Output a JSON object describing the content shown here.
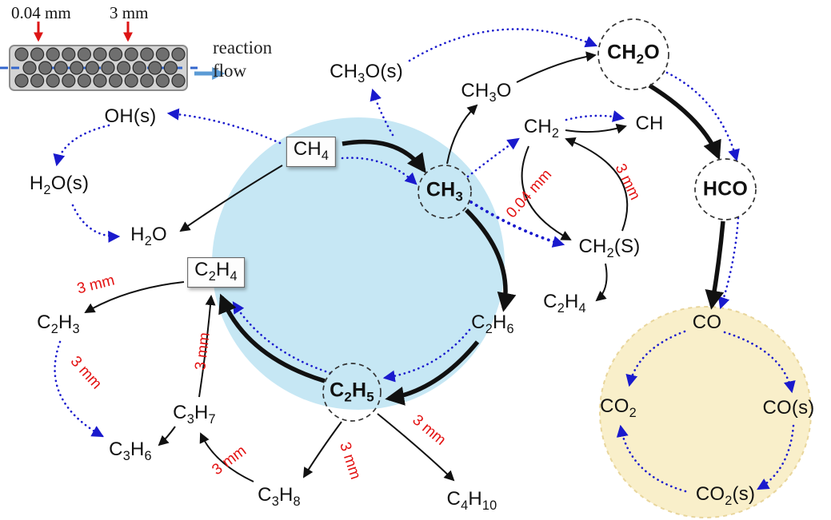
{
  "inset": {
    "gap_label": "0.04 mm",
    "bead_label": "3 mm",
    "flow_label": "reaction flow"
  },
  "nodes": {
    "ch3o_s": "CH3O(s)",
    "ch3o": "CH3O",
    "ch2o": "CH2O",
    "ch2": "CH2",
    "ch": "CH",
    "hco": "HCO",
    "oh_s": "OH(s)",
    "h2o_s": "H2O(s)",
    "h2o": "H2O",
    "ch4": "CH4",
    "ch3": "CH3",
    "ch2_s": "CH2(S)",
    "c2h4_upper": "C2H4",
    "c2h4_boxed": "C2H4",
    "c2h3": "C2H3",
    "c2h6": "C2H6",
    "c2h5": "C2H5",
    "c3h6": "C3H6",
    "c3h7": "C3H7",
    "c3h8": "C3H8",
    "c4h10": "C4H10",
    "co": "CO",
    "co2": "CO2",
    "co_s": "CO(s)",
    "co2_s": "CO2(s)"
  },
  "rates": {
    "r_ch2_ch2s": "0.04 mm",
    "r_ch2s_ch2": "3 mm",
    "r_c2h4_c2h3": "3 mm",
    "r_c2h3_c3h6": "3 mm",
    "r_c3h7_c2h4": "3 mm",
    "r_c3h8_c3h7": "3 mm",
    "r_c2h5_c3h8": "3 mm",
    "r_c2h5_c4h10": "3 mm"
  },
  "edges": [
    {
      "from": "CH4",
      "to": "CH3",
      "style": "black-thick"
    },
    {
      "from": "CH4",
      "to": "CH3",
      "style": "blue-dotted"
    },
    {
      "from": "CH3",
      "to": "C2H6",
      "style": "black-thick"
    },
    {
      "from": "C2H6",
      "to": "C2H5",
      "style": "black-thick"
    },
    {
      "from": "C2H6",
      "to": "C2H5",
      "style": "blue-dotted"
    },
    {
      "from": "C2H5",
      "to": "C2H4",
      "style": "black-thick"
    },
    {
      "from": "C2H5",
      "to": "C2H4",
      "style": "blue-dotted"
    },
    {
      "from": "CH4",
      "to": "H2O",
      "style": "black-thin"
    },
    {
      "from": "CH4",
      "to": "OH(s)",
      "style": "blue-dotted"
    },
    {
      "from": "OH(s)",
      "to": "H2O(s)",
      "style": "blue-dotted"
    },
    {
      "from": "H2O(s)",
      "to": "H2O",
      "style": "blue-dotted"
    },
    {
      "from": "CH3",
      "to": "CH3O",
      "style": "black-thin"
    },
    {
      "from": "CH3O",
      "to": "CH2O",
      "style": "black-thin"
    },
    {
      "from": "CH3",
      "to": "CH3O(s)",
      "style": "blue-dotted"
    },
    {
      "from": "CH3O(s)",
      "to": "CH2O",
      "style": "blue-dotted"
    },
    {
      "from": "CH3",
      "to": "CH2",
      "style": "blue-dotted"
    },
    {
      "from": "CH2",
      "to": "CH",
      "style": "black-thin"
    },
    {
      "from": "CH2",
      "to": "CH",
      "style": "blue-dotted"
    },
    {
      "from": "CH2",
      "to": "CH2(S)",
      "style": "black-thin",
      "label": "0.04 mm"
    },
    {
      "from": "CH2(S)",
      "to": "CH2",
      "style": "black-thin",
      "label": "3 mm"
    },
    {
      "from": "CH3",
      "to": "CH2(S)",
      "style": "blue-dotted-thick"
    },
    {
      "from": "CH2(S)",
      "to": "C2H4",
      "style": "black-thin"
    },
    {
      "from": "CH2O",
      "to": "HCO",
      "style": "black-thick"
    },
    {
      "from": "CH2O",
      "to": "HCO",
      "style": "blue-dotted"
    },
    {
      "from": "HCO",
      "to": "CO",
      "style": "black-thick"
    },
    {
      "from": "HCO",
      "to": "CO",
      "style": "blue-dotted"
    },
    {
      "from": "CO",
      "to": "CO(s)",
      "style": "blue-dotted"
    },
    {
      "from": "CO(s)",
      "to": "CO2(s)",
      "style": "blue-dotted"
    },
    {
      "from": "CO2(s)",
      "to": "CO2",
      "style": "blue-dotted"
    },
    {
      "from": "CO",
      "to": "CO2",
      "style": "blue-dotted"
    },
    {
      "from": "C2H4",
      "to": "C2H3",
      "style": "black-thin",
      "label": "3 mm"
    },
    {
      "from": "C2H3",
      "to": "C3H6",
      "style": "blue-dotted",
      "label": "3 mm"
    },
    {
      "from": "C3H7",
      "to": "C3H6",
      "style": "black-thin"
    },
    {
      "from": "C3H7",
      "to": "C2H4",
      "style": "black-thin",
      "label": "3 mm"
    },
    {
      "from": "C3H8",
      "to": "C3H7",
      "style": "black-thin",
      "label": "3 mm"
    },
    {
      "from": "C2H5",
      "to": "C3H8",
      "style": "black-thin",
      "label": "3 mm"
    },
    {
      "from": "C2H5",
      "to": "C4H10",
      "style": "black-thin",
      "label": "3 mm"
    }
  ],
  "colors": {
    "gas_phase_arrow": "#111111",
    "surface_arrow": "#1a1acd",
    "rate_label": "#e31212",
    "methane_cycle_fill": "#c3e6f3",
    "co_cycle_fill": "#f9efca",
    "flow_arrow": "#5b9bd5",
    "inset_marker_arrow": "#dd1515"
  }
}
